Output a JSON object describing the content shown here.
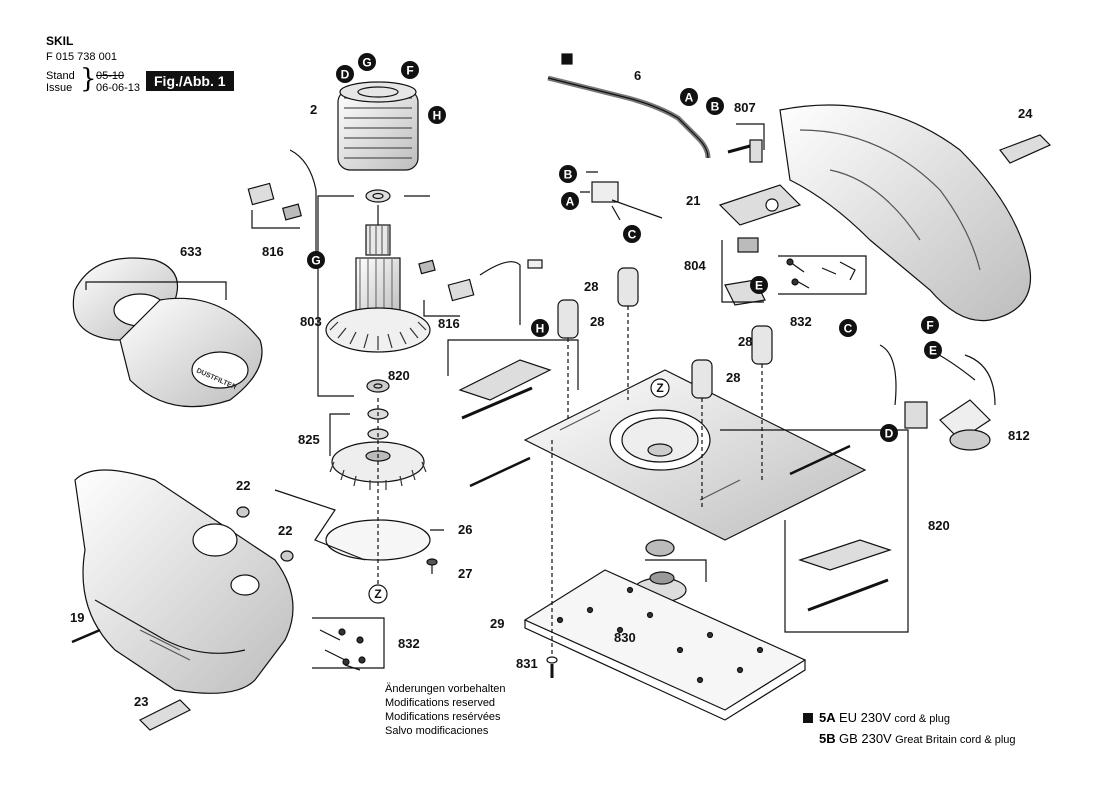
{
  "header": {
    "brand": "SKIL",
    "doc_number": "F 015 738 001",
    "stand_label": "Stand",
    "stand_value": "05-10",
    "issue_label": "Issue",
    "issue_value": "06-06-13",
    "figure_label": "Fig./Abb. 1"
  },
  "part_numbers": [
    "2",
    "6",
    "19",
    "21",
    "22",
    "22",
    "23",
    "24",
    "26",
    "27",
    "28",
    "28",
    "28",
    "28",
    "29",
    "633",
    "803",
    "804",
    "807",
    "812",
    "816",
    "816",
    "820",
    "820",
    "825",
    "830",
    "831",
    "832",
    "832"
  ],
  "connector_letters": [
    "A",
    "A",
    "B",
    "B",
    "C",
    "C",
    "D",
    "D",
    "E",
    "E",
    "F",
    "F",
    "G",
    "G",
    "H",
    "H"
  ],
  "detail_marks": [
    "Z",
    "Z"
  ],
  "filter_text": "DUSTFILTER",
  "notes": [
    "Änderungen vorbehalten",
    "Modifications reserved",
    "Modifications resérvées",
    "Salvo modificaciones"
  ],
  "legend": [
    {
      "marker": true,
      "code": "5A",
      "variant": "EU 230V",
      "desc": "cord & plug"
    },
    {
      "marker": false,
      "code": "5B",
      "variant": "GB 230V",
      "desc": "Great Britain cord & plug"
    }
  ],
  "colors": {
    "ink": "#111111",
    "part_fill": "#f2f2f2",
    "shade": "#cfcfcf"
  }
}
